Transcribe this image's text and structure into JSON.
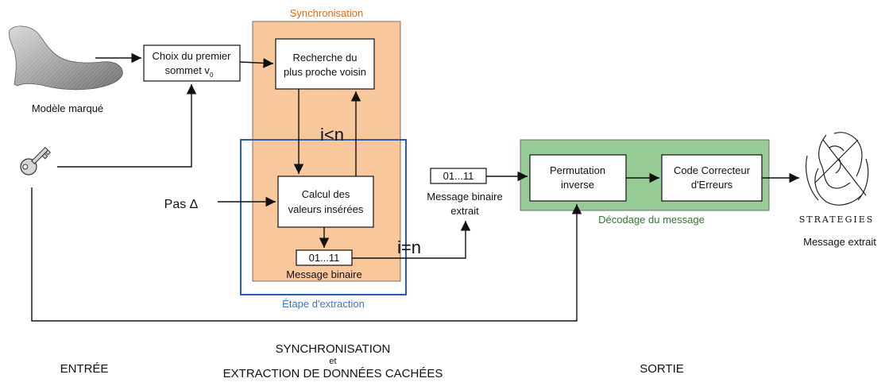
{
  "regions": {
    "synchronisation": {
      "label": "Synchronisation",
      "color": "#f9c79c",
      "label_color": "#e06a1a"
    },
    "extraction": {
      "label": "Étape d'extraction",
      "color": "#2a5da8",
      "label_color": "#3b7ac0"
    },
    "decodage": {
      "label": "Décodage du message",
      "color": "#97cc97",
      "label_color": "#2f7a2f"
    }
  },
  "boxes": {
    "choix": {
      "line1": "Choix du premier",
      "line2": "sommet v",
      "sub": "0"
    },
    "recherche": {
      "line1": "Recherche du",
      "line2": "plus proche voisin"
    },
    "calcul": {
      "line1": "Calcul des",
      "line2": "valeurs insérées"
    },
    "permutation": {
      "line1": "Permutation",
      "line2": "inverse"
    },
    "code": {
      "line1": "Code Correcteur",
      "line2": "d'Erreurs"
    }
  },
  "bits": {
    "inner": {
      "value": "01...11",
      "caption": "Message binaire"
    },
    "outer": {
      "value": "01...11",
      "caption_line1": "Message binaire",
      "caption_line2": "extrait"
    }
  },
  "labels": {
    "model": "Modèle marqué",
    "pas": "Pas Δ",
    "loop_condition": "i<n",
    "exit_condition": "i=n",
    "output": "Message extrait",
    "logo": "STRATEGIES"
  },
  "sections": {
    "entree": "ENTRÉE",
    "middle_line1": "SYNCHRONISATION",
    "middle_line2": "et",
    "middle_line3": "EXTRACTION DE DONNÉES CACHÉES",
    "sortie": "SORTIE"
  },
  "icons": [
    "foot-model-icon",
    "key-icon",
    "face-sculpture-icon"
  ]
}
